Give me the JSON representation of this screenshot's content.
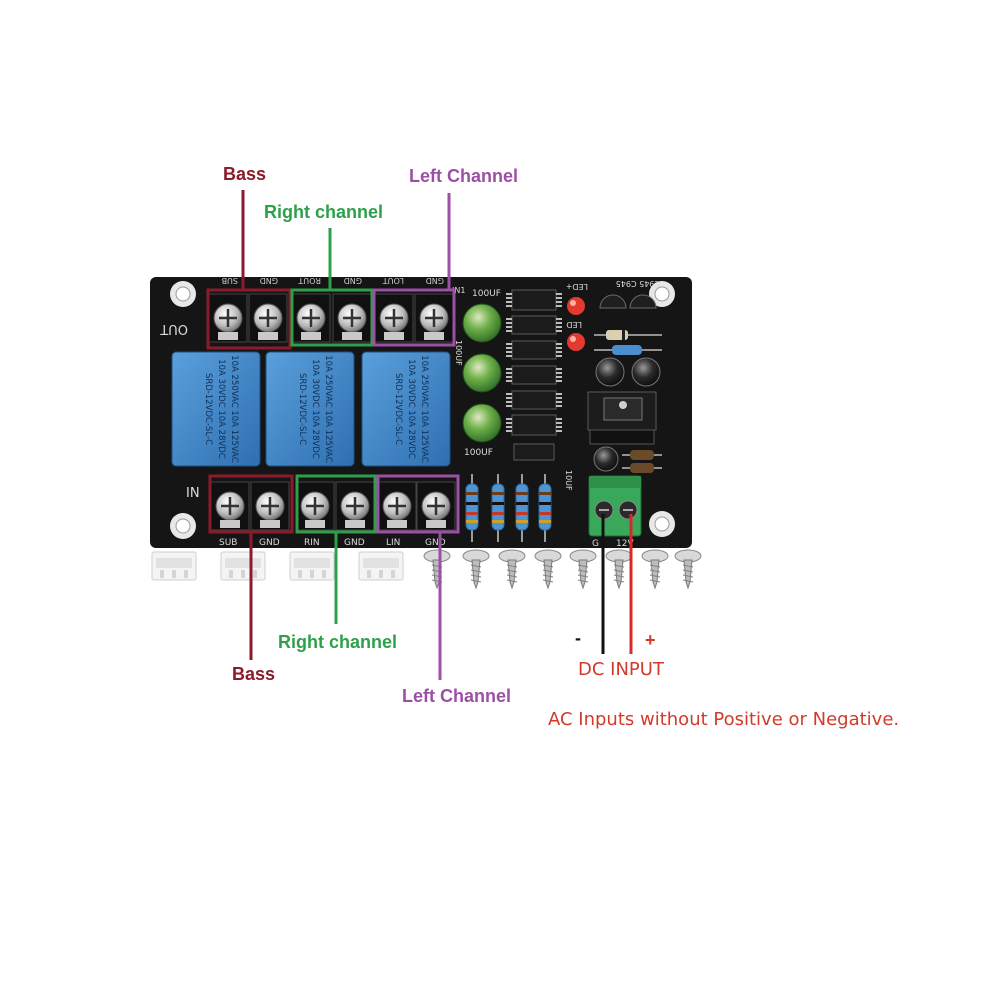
{
  "colors": {
    "bass": "#8b1a2a",
    "right": "#2ea04a",
    "left": "#9b4fa5",
    "dc_note": "#d23a2a",
    "board": "#151515",
    "relay": "#3f86c9",
    "terminal_block": "#3aa85a"
  },
  "top_labels": {
    "bass": "Bass",
    "right": "Right channel",
    "left": "Left Channel"
  },
  "bottom_labels": {
    "bass": "Bass",
    "right": "Right channel",
    "left": "Left Channel"
  },
  "board": {
    "out_label": "OUT",
    "in_label": "IN",
    "top_terminals": [
      "SUB",
      "GND",
      "ROUT",
      "GND",
      "LOUT",
      "GND"
    ],
    "bottom_terminals": [
      "SUB",
      "GND",
      "RIN",
      "GND",
      "LIN",
      "GND"
    ],
    "relay_text": [
      "10A 250VAC  10A 125VAC",
      "10A 30VDC  10A 28VDC",
      "SRD-12VDC-SL-C"
    ],
    "cap_top": "100UF",
    "cap_side": "100UF",
    "cap_bottom": "100UF",
    "cap_small": "10UF",
    "transistors": "C945 C945",
    "led_top": "LED+",
    "led_bottom": "LED",
    "power_pins": [
      "G",
      "12V"
    ],
    "in_marker": "IN1"
  },
  "dc": {
    "minus": "-",
    "plus": "+",
    "label": "DC INPUT",
    "note": "AC Inputs without Positive or Negative."
  }
}
